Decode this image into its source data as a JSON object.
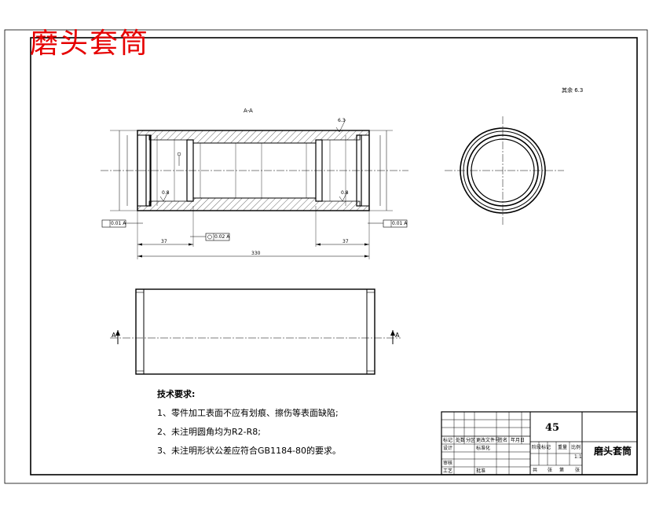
{
  "title": "磨头套筒",
  "section_label": "A-A",
  "roughness_other": "其余 6.3",
  "dims": {
    "left_len": "37",
    "total_len": "330",
    "right_len": "37",
    "tol_a": "0.01 A",
    "tol_b": "0.02 A",
    "ra_a": "0.8",
    "ra_b": "0.8",
    "ra_c": "6.3",
    "datum": "A"
  },
  "tech_notes": {
    "heading": "技术要求:",
    "items": [
      "1、零件加工表面不应有划痕、擦伤等表面缺陷;",
      "2、未注明圆角均为R2-R8;",
      "3、未注明形状公差应符合GB1184-80的要求。"
    ]
  },
  "title_block": {
    "material": "45",
    "part_name": "磨头套筒",
    "scale": "1:1",
    "labels": {
      "mark": "标记",
      "count": "处数",
      "zone": "分区",
      "change_doc": "更改文件号",
      "signature": "签名",
      "date": "年月日",
      "design": "设计",
      "standardize": "标准化",
      "stage_mark": "阶段标记",
      "weight": "重量",
      "scale_lbl": "比例",
      "review": "审核",
      "craft": "工艺",
      "approve": "批准",
      "total": "共",
      "sheet": "张",
      "page": "第",
      "page_sheet": "张"
    }
  }
}
